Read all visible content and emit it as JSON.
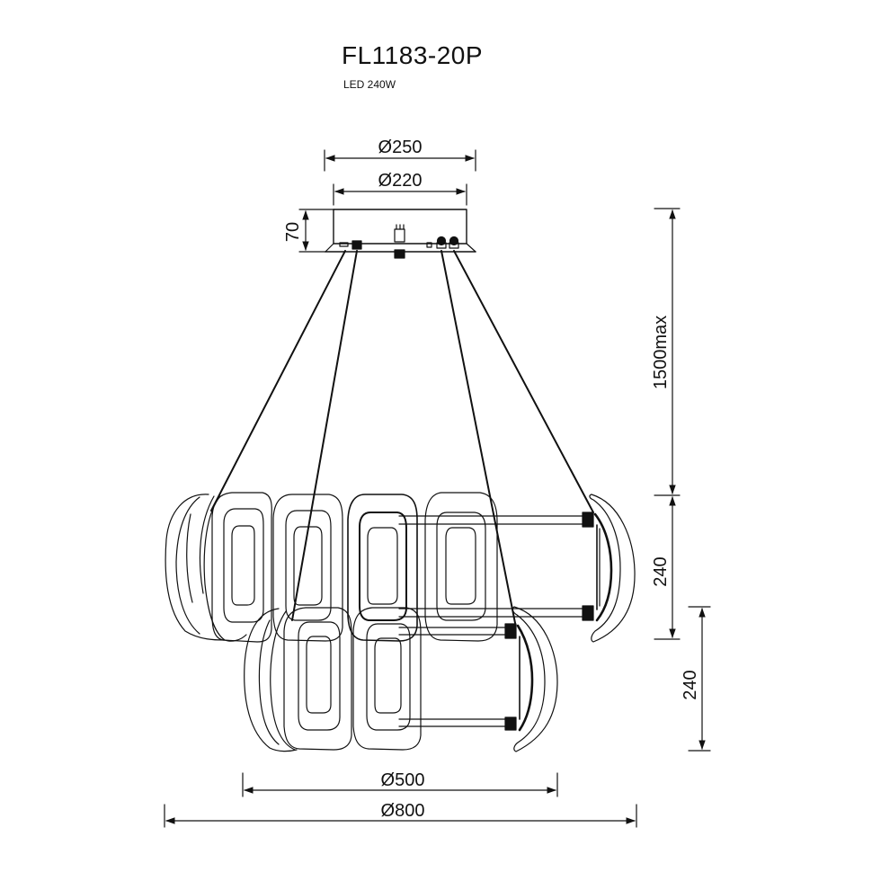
{
  "title": "FL1183-20P",
  "subtitle": "LED 240W",
  "dimensions": {
    "canopy_outer_diameter": "Ø250",
    "canopy_inner_diameter": "Ø220",
    "canopy_height": "70",
    "suspension_length": "1500max",
    "upper_ring_height": "240",
    "lower_ring_height": "240",
    "lower_ring_diameter": "Ø500",
    "upper_ring_diameter": "Ø800"
  },
  "colors": {
    "line": "#111111",
    "background": "#ffffff"
  }
}
